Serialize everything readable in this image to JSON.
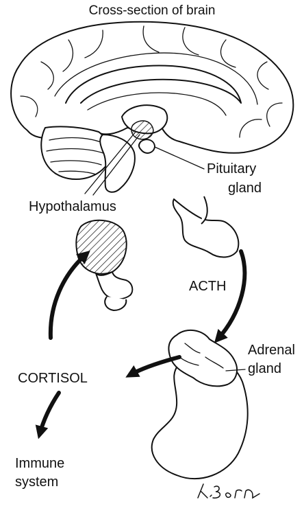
{
  "diagram": {
    "title": "Cross-section of brain",
    "labels": {
      "pituitary_line1": "Pituitary",
      "pituitary_line2": "gland",
      "hypothalamus": "Hypothalamus",
      "acth": "ACTH",
      "adrenal_line1": "Adrenal",
      "adrenal_line2": "gland",
      "cortisol": "CORTISOL",
      "immune_line1": "Immune",
      "immune_line2": "system"
    },
    "signature": "K.Born",
    "colors": {
      "ink": "#111111",
      "background": "#ffffff"
    }
  }
}
